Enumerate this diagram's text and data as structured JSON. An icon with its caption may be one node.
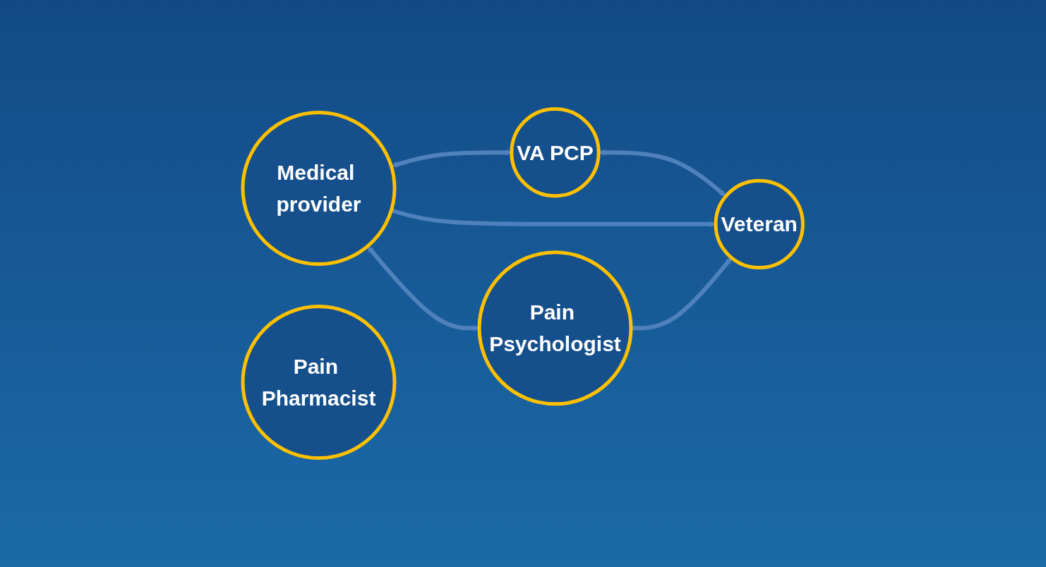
{
  "diagram": {
    "nodes": [
      {
        "text": [
          "Medical provider"
        ]
      },
      {
        "text": [
          "Pain Pharmacist"
        ]
      },
      {
        "text": [
          "VA PCP"
        ]
      },
      {
        "text": [
          "Pain Psychologist"
        ]
      },
      {
        "text": [
          "Veteran"
        ]
      }
    ],
    "edges": [
      {
        "from": 0,
        "to": 2,
        "arrow": "both"
      },
      {
        "from": 2,
        "to": 4,
        "arrow": "both"
      },
      {
        "from": 0,
        "to": 3,
        "arrow": "both"
      },
      {
        "from": 0,
        "to": 4,
        "arrow": "to"
      },
      {
        "from": 3,
        "to": 4,
        "arrow": "to"
      }
    ]
  }
}
